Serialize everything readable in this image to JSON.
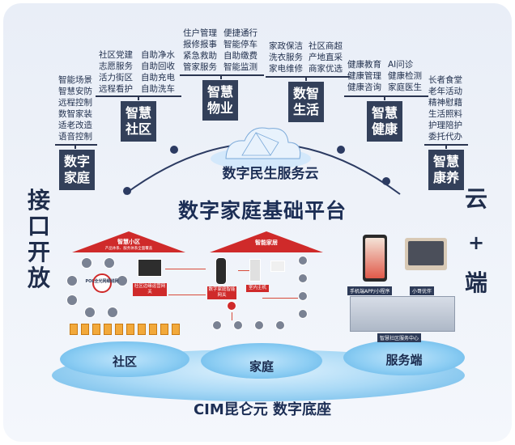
{
  "categories": {
    "home": {
      "title": "数字家庭",
      "items": [
        "智能场景",
        "智慧安防",
        "远程控制",
        "数智家装",
        "适老改造",
        "语音控制"
      ]
    },
    "community": {
      "title": "智慧社区",
      "items_left": [
        "社区党建",
        "志愿服务",
        "活力街区",
        "远程看护"
      ],
      "items_right": [
        "自助净水",
        "自助回收",
        "自助充电",
        "自助洗车"
      ]
    },
    "property": {
      "title": "智慧物业",
      "items_left": [
        "住户管理",
        "报修报事",
        "紧急救助",
        "管家服务"
      ],
      "items_right": [
        "便捷通行",
        "智能停车",
        "自助缴费",
        "智能监测"
      ]
    },
    "life": {
      "title": "数智生活",
      "items_left": [
        "家政保洁",
        "洗衣服务",
        "家电维修"
      ],
      "items_right": [
        "社区商超",
        "产地直采",
        "商家优选"
      ]
    },
    "health": {
      "title": "智慧健康",
      "items_left": [
        "健康教育",
        "健康管理",
        "健康咨询"
      ],
      "items_right": [
        "AI问诊",
        "健康检测",
        "家庭医生"
      ]
    },
    "elderly": {
      "title": "智慧康养",
      "items": [
        "长者食堂",
        "老年活动",
        "精神慰藉",
        "生活照料",
        "护理陪护",
        "委托代办"
      ]
    }
  },
  "side_left": "接口开放",
  "side_right": [
    "云",
    "+",
    "端"
  ],
  "cloud_title": "数字民生服务云",
  "platform_title": "数字家庭基础平台",
  "bottom_title": "CIM昆仑元 数字底座",
  "bases": {
    "community": "社区",
    "home": "家庭",
    "service": "服务端"
  },
  "diagram": {
    "community_roof": "智慧小区",
    "community_sub": "产品体系、服务体系全面覆盖",
    "home_roof": "智能家居",
    "pol_label": "POL全光网细线网",
    "gateway_label": "社区边缘运营网关",
    "home_gateway": "数字家庭智能网关",
    "home_host": "室内主机",
    "app_label": "手机端APP/小程序",
    "device_label": "小哥优伴",
    "service_center": "智慧社区服务中心"
  },
  "colors": {
    "dark_tag": "#33405a",
    "accent_red": "#cf2a2a",
    "disc_blue": "#8ccdf3"
  }
}
